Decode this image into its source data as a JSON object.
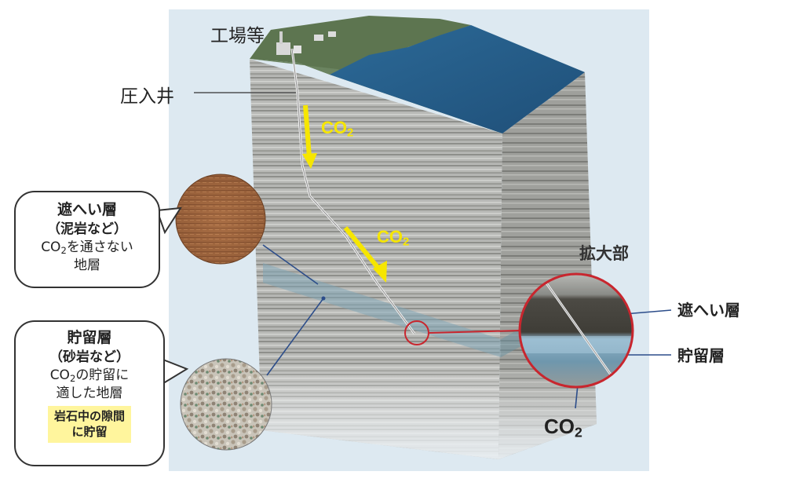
{
  "labels": {
    "factory": "工場等",
    "injection_well": "圧入井",
    "magnified": "拡大部",
    "co2_arrow_1": "CO",
    "co2_arrow_2": "CO",
    "co2_zoom": "CO",
    "co2_subscript": "2",
    "zoom_caprock": "遮へい層",
    "zoom_reservoir": "貯留層"
  },
  "callout_caprock": {
    "title": "遮へい層",
    "subtitle": "（泥岩など）",
    "line1_prefix": "CO",
    "line1_suffix": "を通さない",
    "line2": "地層"
  },
  "callout_reservoir": {
    "title": "貯留層",
    "subtitle": "（砂岩など）",
    "line1_prefix": "CO",
    "line1_suffix": "の貯留に",
    "line2": "適した地層",
    "highlight_line1": "岩石中の隙間",
    "highlight_line2": "に貯留"
  },
  "colors": {
    "arrow_yellow": "#f6e600",
    "sea": "#2f6b94",
    "callout_red": "#c8262e",
    "panel_background": "#dde9f1",
    "highlight": "#fff59d"
  }
}
